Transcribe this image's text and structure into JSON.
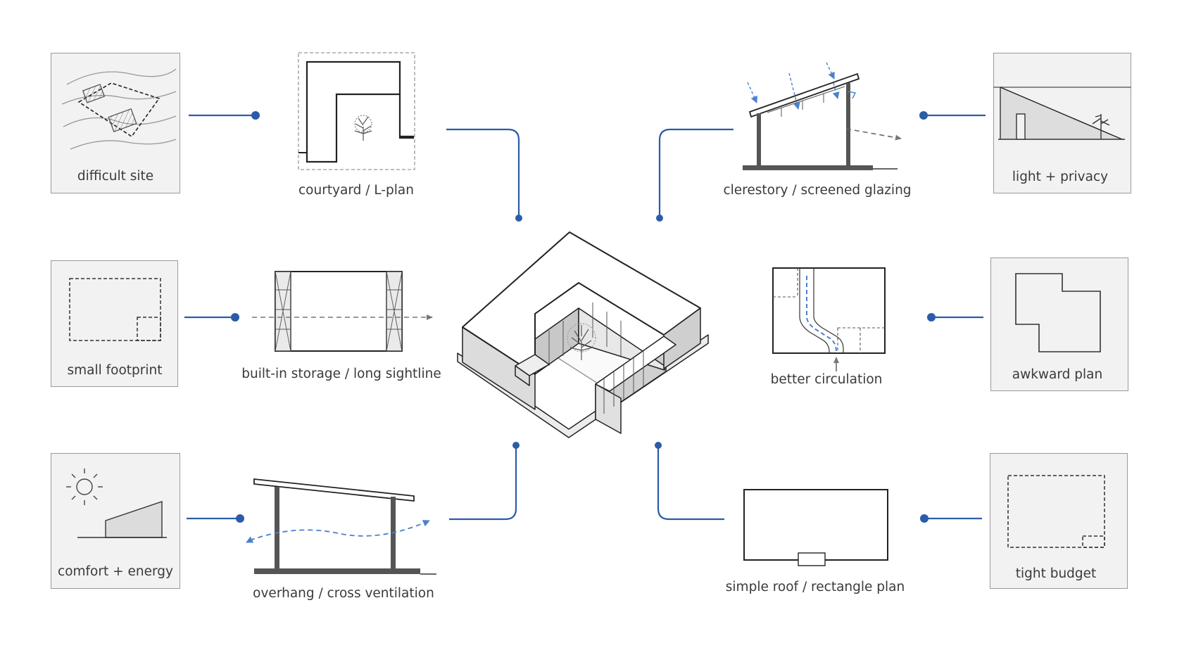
{
  "accent_color": "#2b5ca8",
  "problems": {
    "difficult_site": "difficult site",
    "small_footprint": "small footprint",
    "comfort_energy": "comfort + energy",
    "light_privacy": "light + privacy",
    "awkward_plan": "awkward plan",
    "tight_budget": "tight budget"
  },
  "solutions": {
    "courtyard": "courtyard / L-plan",
    "storage": "built-in storage / long sightline",
    "overhang": "overhang / cross ventilation",
    "clerestory": "clerestory / screened glazing",
    "circulation": "better circulation",
    "simple_roof": "simple roof / rectangle plan"
  }
}
